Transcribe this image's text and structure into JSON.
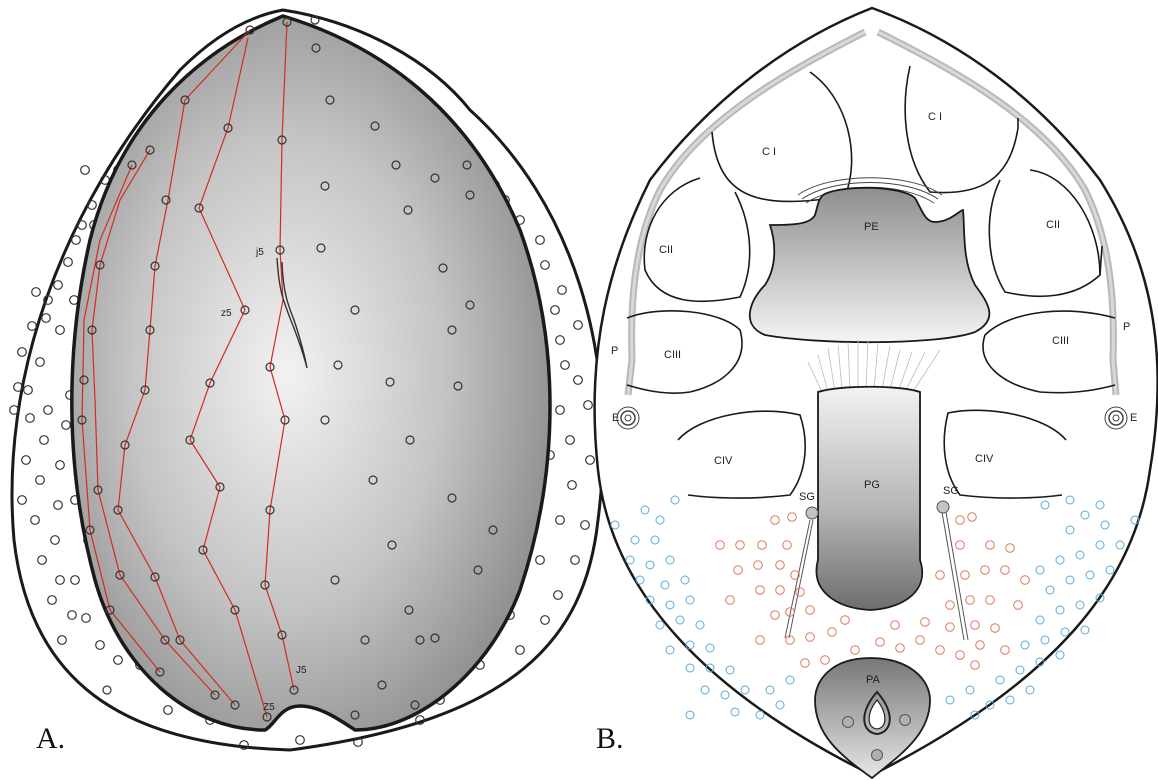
{
  "panels": {
    "a": {
      "letter": "A.",
      "labels": {
        "j5": "j5",
        "z5": "z5",
        "J5": "J5",
        "Z5": "Z5"
      }
    },
    "b": {
      "letter": "B.",
      "labels": {
        "CI": "C I",
        "CII": "CII",
        "CIII": "CIII",
        "CIV": "CIV",
        "PE": "PE",
        "PG": "PG",
        "SG": "SG",
        "PA": "PA",
        "P": "P",
        "E": "E"
      }
    }
  },
  "colors": {
    "outline": "#1a1a1a",
    "setae_lines": "#d42b1e",
    "pore_dark": "#333333",
    "pore_orange": "#e0765a",
    "pore_blue": "#5aa9d8",
    "shield_center": "#f0f0f0",
    "shield_edge": "#8c8c8c",
    "peritreme": "#c8c8c8"
  }
}
